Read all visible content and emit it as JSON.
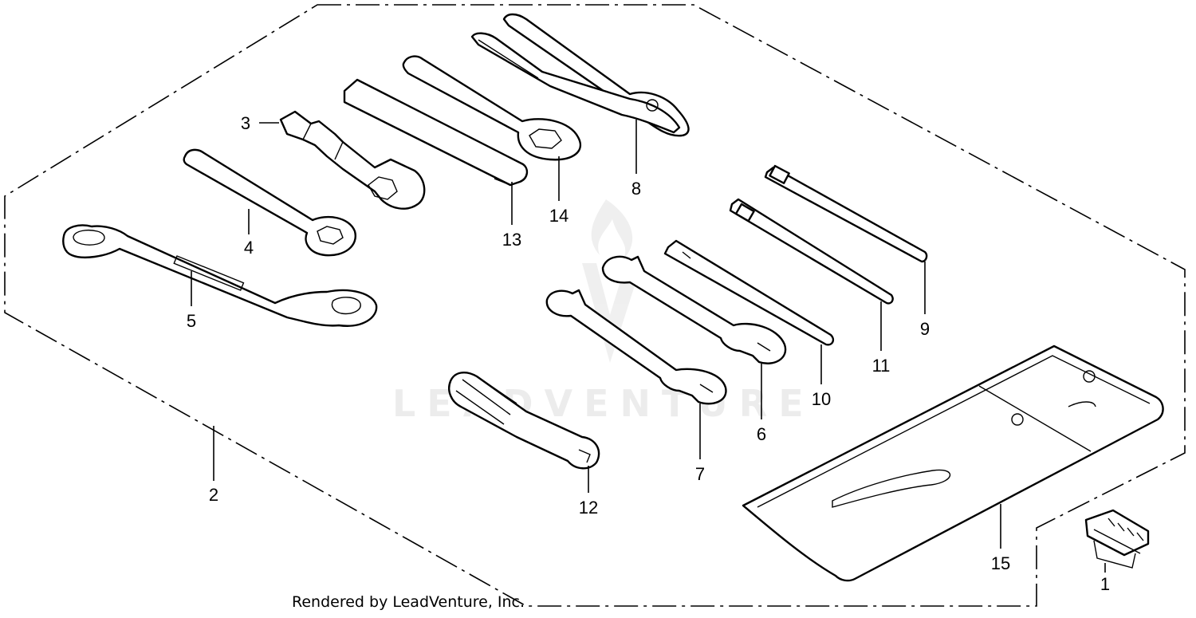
{
  "diagram": {
    "callouts": [
      {
        "id": "1",
        "label": "1"
      },
      {
        "id": "2",
        "label": "2"
      },
      {
        "id": "3",
        "label": "3"
      },
      {
        "id": "4",
        "label": "4"
      },
      {
        "id": "5",
        "label": "5"
      },
      {
        "id": "6",
        "label": "6"
      },
      {
        "id": "7",
        "label": "7"
      },
      {
        "id": "8",
        "label": "8"
      },
      {
        "id": "9",
        "label": "9"
      },
      {
        "id": "10",
        "label": "10"
      },
      {
        "id": "11",
        "label": "11"
      },
      {
        "id": "12",
        "label": "12"
      },
      {
        "id": "13",
        "label": "13"
      },
      {
        "id": "14",
        "label": "14"
      },
      {
        "id": "15",
        "label": "15"
      }
    ],
    "watermark": "LEADVENTURE",
    "credit": "Rendered by LeadVenture, Inc."
  }
}
